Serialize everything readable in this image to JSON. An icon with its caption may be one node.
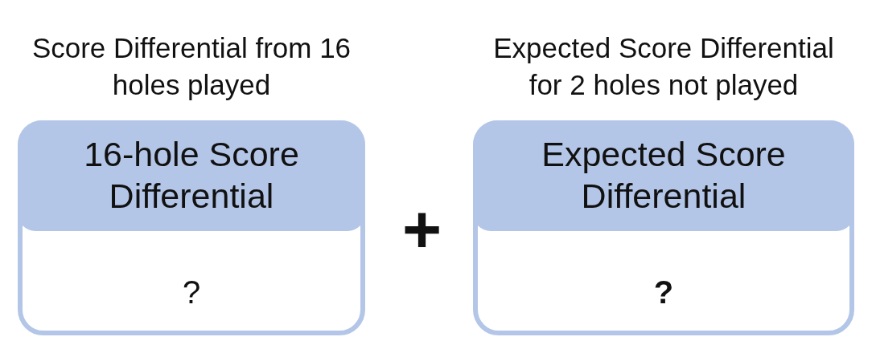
{
  "diagram": {
    "nodes": [
      {
        "text": [
          "Score Differential from 16 holes played",
          "?"
        ]
      },
      {
        "text": [
          "16-hole Score Differential"
        ],
        "in": 0
      },
      {
        "text": [
          "Expected Score Differential for 2 holes not played",
          "?"
        ]
      },
      {
        "text": [
          "Expected Score Differential"
        ],
        "in": 2
      }
    ],
    "labels": [
      "+"
    ]
  }
}
